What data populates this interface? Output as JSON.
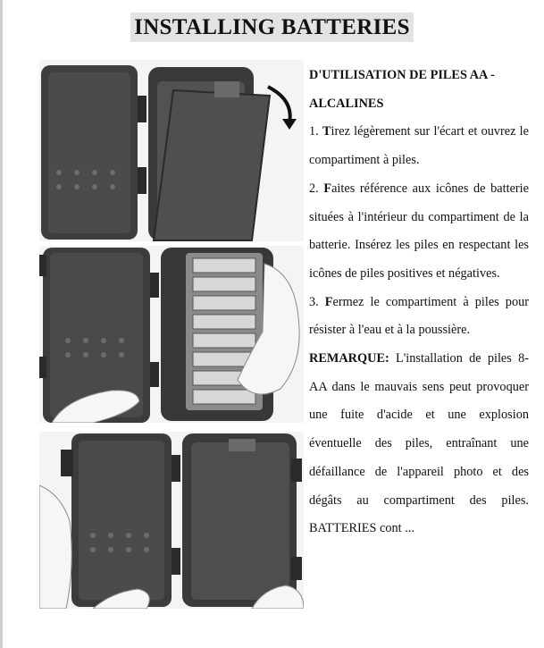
{
  "page_title": "INSTALLING BATTERIES",
  "section_heading": "D'UTILISATION DE PILES AA - ALCALINES",
  "steps": [
    {
      "num": "1. ",
      "initial": "T",
      "text": "irez légèrement sur l'écart et ouvrez le compartiment à piles."
    },
    {
      "num": "2. ",
      "initial": "F",
      "text": "aites référence aux icônes de batterie situées à l'intérieur du compartiment de la batterie. Insérez les piles en respectant les icônes de piles positives et négatives."
    },
    {
      "num": "3. ",
      "initial": "F",
      "text": "ermez le compartiment à piles pour résister à l'eau et à la poussière."
    }
  ],
  "remark": {
    "label": "REMARQUE:",
    "text": " L'installation de piles 8-AA dans le mauvais sens peut provoquer une fuite d'acide et une explosion éventuelle des piles, entraînant une défaillance de l'appareil photo et des dégâts au compartiment des piles. BATTERIES cont ..."
  },
  "colors": {
    "camera_body": "#4a4a4a",
    "camera_dark": "#2f2f2f",
    "title_highlight": "#e3e3e3"
  }
}
